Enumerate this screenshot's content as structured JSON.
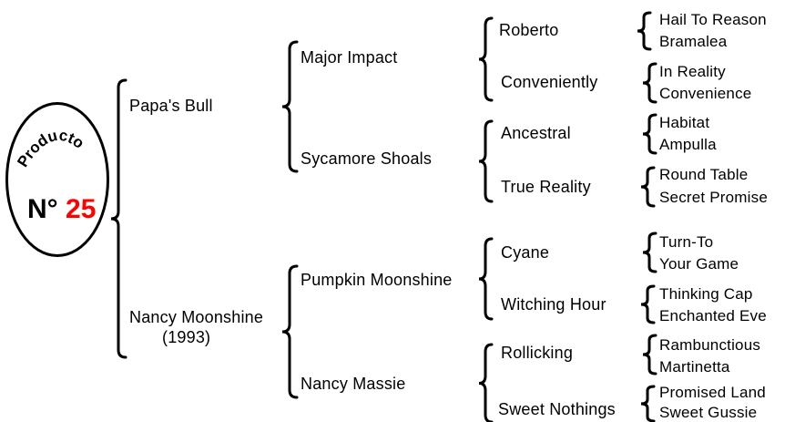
{
  "badge": {
    "arc_text": "Producto",
    "number_prefix": "N°",
    "number": "25"
  },
  "sire": "Papa's Bull",
  "dam": "Nancy Moonshine",
  "dam_year": "(1993)",
  "gen2": {
    "ss": "Major Impact",
    "sd": "Sycamore Shoals",
    "ds": "Pumpkin Moonshine",
    "dd": "Nancy Massie"
  },
  "gen3": [
    "Roberto",
    "Conveniently",
    "Ancestral",
    "True Reality",
    "Cyane",
    "Witching Hour",
    "Rollicking",
    "Sweet Nothings"
  ],
  "gen4": [
    "Hail To Reason",
    "Bramalea",
    "In Reality",
    "Convenience",
    "Habitat",
    "Ampulla",
    "Round Table",
    "Secret Promise",
    "Turn-To",
    "Your Game",
    "Thinking Cap",
    "Enchanted Eve",
    "Rambunctious",
    "Martinetta",
    "Promised Land",
    "Sweet Gussie"
  ]
}
